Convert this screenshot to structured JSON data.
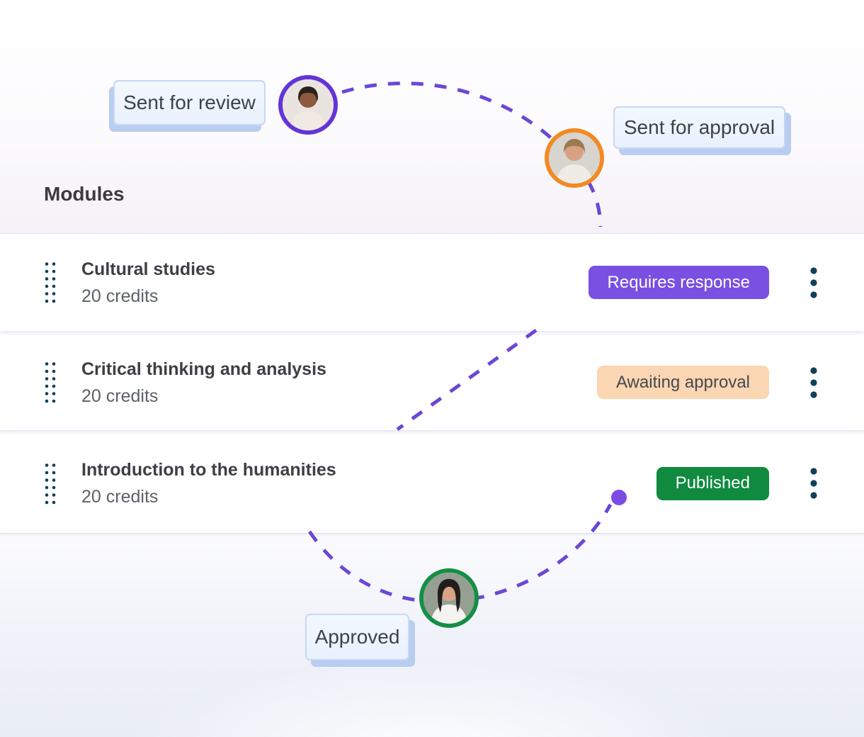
{
  "modules": {
    "heading": "Modules",
    "items": [
      {
        "title": "Cultural studies",
        "credits": "20 credits",
        "status": "Requires response",
        "status_bg": "#7950e2",
        "status_text_color": "#ffffff"
      },
      {
        "title": "Critical thinking and analysis",
        "credits": "20 credits",
        "status": "Awaiting approval",
        "status_bg": "#fbd6b2",
        "status_text_color": "#45484e"
      },
      {
        "title": "Introduction to the humanities",
        "credits": "20 credits",
        "status": "Published",
        "status_bg": "#0f8a3e",
        "status_text_color": "#ffffff"
      }
    ]
  },
  "workflow": {
    "stages": [
      {
        "label": "Sent for review",
        "ring_color": "#6434d6"
      },
      {
        "label": "Sent for approval",
        "ring_color": "#f28a22"
      },
      {
        "label": "Approved",
        "ring_color": "#148f44"
      }
    ],
    "connector_color": "#6b47d6",
    "endpoint_dot_color": "#7b4ce4"
  },
  "colors": {
    "dots": "#123f5a",
    "tag_shadow": "#b9cdf0"
  }
}
